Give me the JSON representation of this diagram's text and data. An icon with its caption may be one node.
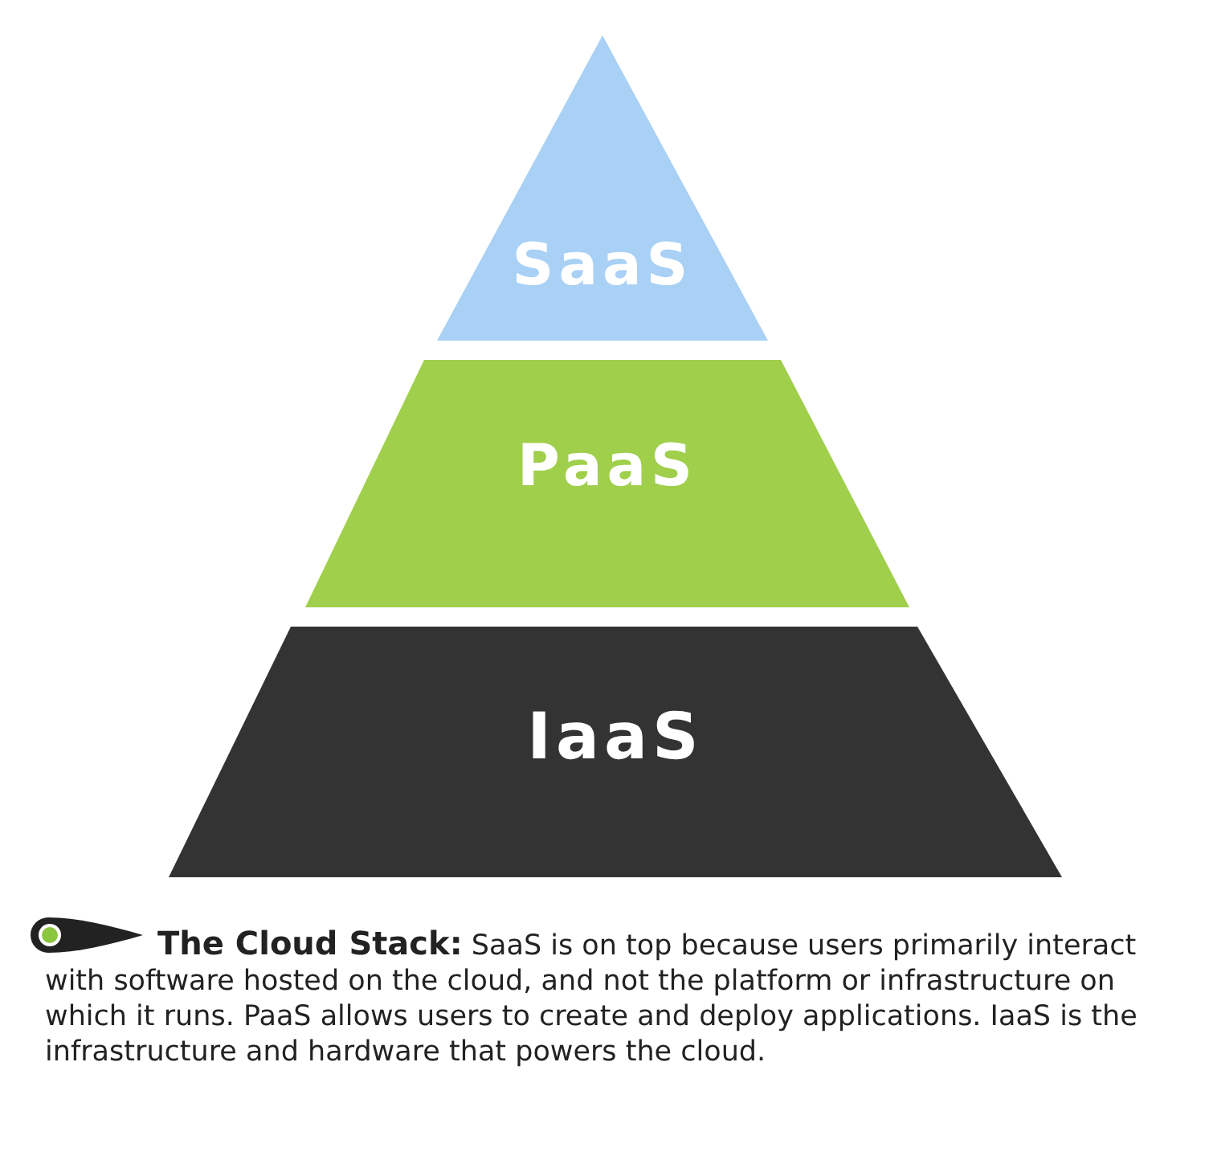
{
  "diagram": {
    "nodes": [
      {
        "text": [
          "SaaS"
        ]
      },
      {
        "text": [
          "PaaS"
        ]
      },
      {
        "text": [
          "IaaS"
        ]
      }
    ],
    "edges": [],
    "caption": "**The Cloud Stack:** SaaS is on top because users primarily interact with software hosted on the cloud, and not the platform or infrastructure on which it runs. PaaS allows users to create and deploy applications. IaaS is the infrastructure and hardware that powers the cloud."
  }
}
